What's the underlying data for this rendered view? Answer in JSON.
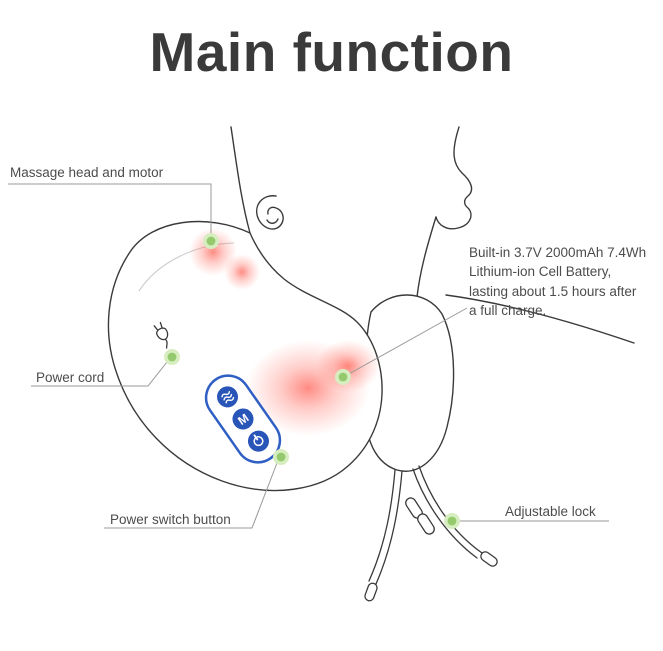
{
  "title": "Main function",
  "annotations": {
    "massage_head": {
      "label": "Massage head and motor"
    },
    "power_cord": {
      "label": "Power cord"
    },
    "power_switch": {
      "label": "Power switch button"
    },
    "adjustable_lock": {
      "label": "Adjustable lock"
    },
    "battery": {
      "label": "Built-in 3.7V 2000mAh 7.4Wh\nLithium-ion Cell Battery,\nlasting about 1.5 hours after\na full charge."
    }
  },
  "control_panel": {
    "mode_label": "M",
    "button_icons": [
      "massage-waves-icon",
      "mode-m-button",
      "power-icon"
    ]
  },
  "icons": {
    "plug": "plug-icon",
    "marker": "green-dot-marker"
  },
  "colors": {
    "panel_blue": "#2a55b8",
    "glow_red": "#ff5146",
    "marker_green": "#94ca6d",
    "outline": "#3a3a3a",
    "annotation_line": "#999999",
    "title_text": "#3a3a3a"
  }
}
